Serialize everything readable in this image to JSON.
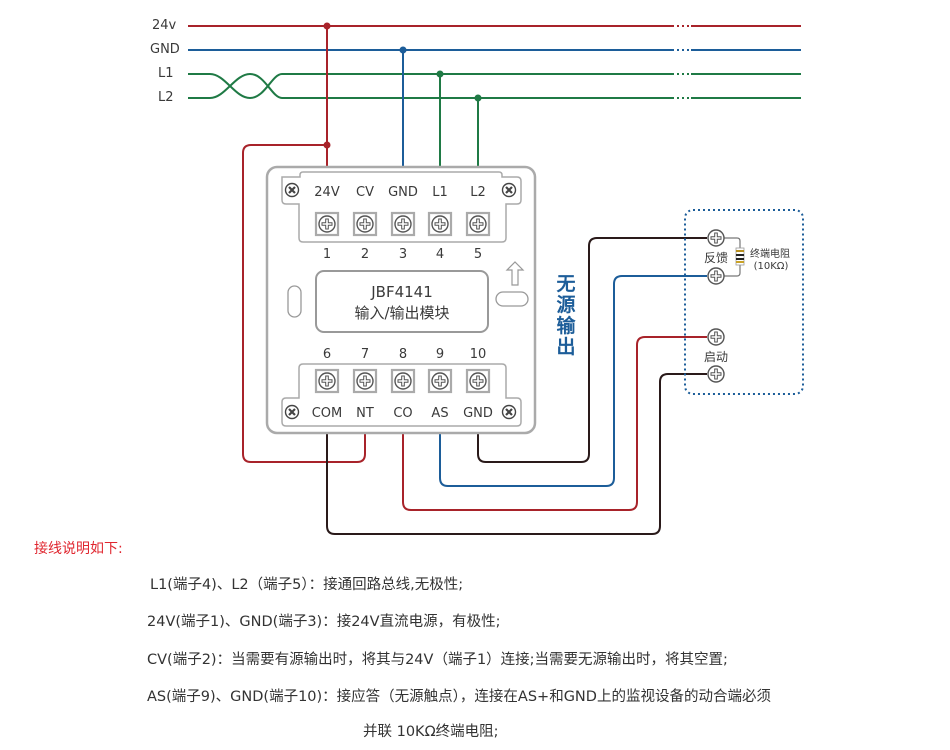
{
  "bus": {
    "lines": [
      {
        "label": "24v",
        "color": "#a8232a"
      },
      {
        "label": "GND",
        "color": "#1c5d99"
      },
      {
        "label": "L1",
        "color": "#1f7a45"
      },
      {
        "label": "L2",
        "color": "#1f7a45"
      }
    ]
  },
  "module": {
    "model": "JBF4141",
    "name": "输入/输出模块",
    "top_terminals": [
      {
        "label": "24V",
        "number": "1"
      },
      {
        "label": "CV",
        "number": "2"
      },
      {
        "label": "GND",
        "number": "3"
      },
      {
        "label": "L1",
        "number": "4"
      },
      {
        "label": "L2",
        "number": "5"
      }
    ],
    "bottom_terminals": [
      {
        "label": "COM",
        "number": "6"
      },
      {
        "label": "NT",
        "number": "7"
      },
      {
        "label": "CO",
        "number": "8"
      },
      {
        "label": "AS",
        "number": "9"
      },
      {
        "label": "GND",
        "number": "10"
      }
    ]
  },
  "output_mode_label": [
    "无",
    "源",
    "输",
    "出"
  ],
  "device": {
    "feedback_label": "反馈",
    "start_label": "启动",
    "resistor_label": "终端电阻",
    "resistor_value": "(10KΩ)"
  },
  "colors": {
    "red": "#a8232a",
    "blue": "#1c5d99",
    "green": "#1f7a45",
    "black": "#2a1a1a",
    "accent_text": "#1c5d99",
    "title_red": "#e0262f"
  },
  "notes": {
    "title": "接线说明如下:",
    "items": [
      "L1(端子4)、L2（端子5）：接通回路总线,无极性;",
      "24V(端子1)、GND(端子3)：接24V直流电源，有极性;",
      "CV(端子2)：当需要有源输出时，将其与24V（端子1）连接;当需要无源输出时，将其空置;",
      "AS(端子9)、GND(端子10)：接应答（无源触点），连接在AS+和GND上的监视设备的动合端必须",
      "并联 10KΩ终端电阻;"
    ]
  }
}
